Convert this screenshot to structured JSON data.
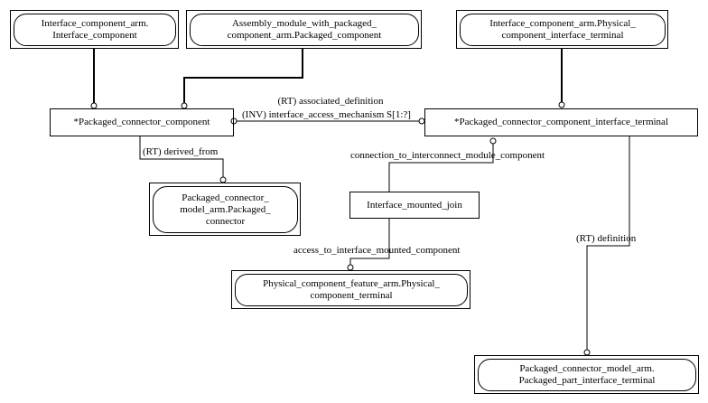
{
  "nodes": {
    "interface_component": {
      "lines": [
        "Interface_component_arm.",
        "Interface_component"
      ]
    },
    "assembly_module": {
      "lines": [
        "Assembly_module_with_packaged_",
        "component_arm.Packaged_component"
      ]
    },
    "physical_terminal_top": {
      "lines": [
        "Interface_component_arm.Physical_",
        "component_interface_terminal"
      ]
    },
    "packaged_connector_component": {
      "lines": [
        "*Packaged_connector_component"
      ]
    },
    "packaged_connector_component_interface_terminal": {
      "lines": [
        "*Packaged_connector_component_interface_terminal"
      ]
    },
    "packaged_connector_model": {
      "lines": [
        "Packaged_connector_",
        "model_arm.Packaged_",
        "connector"
      ]
    },
    "interface_mounted_join": {
      "lines": [
        "Interface_mounted_join"
      ]
    },
    "physical_component_feature": {
      "lines": [
        "Physical_component_feature_arm.Physical_",
        "component_terminal"
      ]
    },
    "packaged_part_interface_terminal": {
      "lines": [
        "Packaged_connector_model_arm.",
        "Packaged_part_interface_terminal"
      ]
    }
  },
  "edges": {
    "associated_definition": "(RT) associated_definition",
    "interface_access_mechanism": "(INV) interface_access_mechanism S[1:?]",
    "derived_from": "(RT) derived_from",
    "connection_to_interconnect": "connection_to_interconnect_module_component",
    "access_to_interface": "access_to_interface_mounted_component",
    "definition": "(RT) definition"
  }
}
